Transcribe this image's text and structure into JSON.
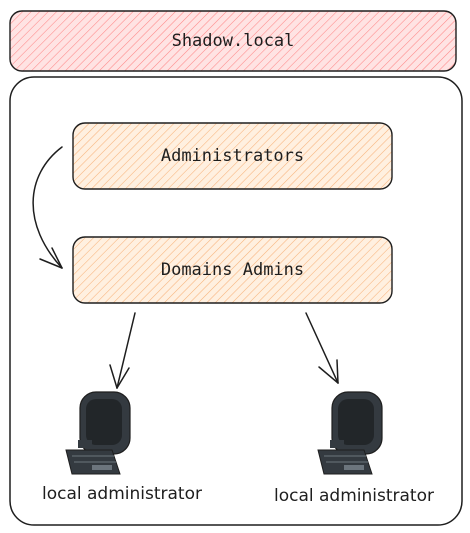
{
  "header": {
    "title": "Shadow.local",
    "fill": "#ffc9c9",
    "stroke": "#1e1e1e"
  },
  "groups": {
    "administrators": {
      "label": "Administrators",
      "fill": "#ffd8a8"
    },
    "domain_admins": {
      "label": "Domains Admins",
      "fill": "#ffd8a8"
    }
  },
  "computers": [
    {
      "label": "local administrator",
      "icon": "computer-icon"
    },
    {
      "label": "local administrator",
      "icon": "computer-icon"
    }
  ],
  "colors": {
    "stroke": "#1e1e1e",
    "monitor": "#343a40",
    "screen": "#222629"
  }
}
